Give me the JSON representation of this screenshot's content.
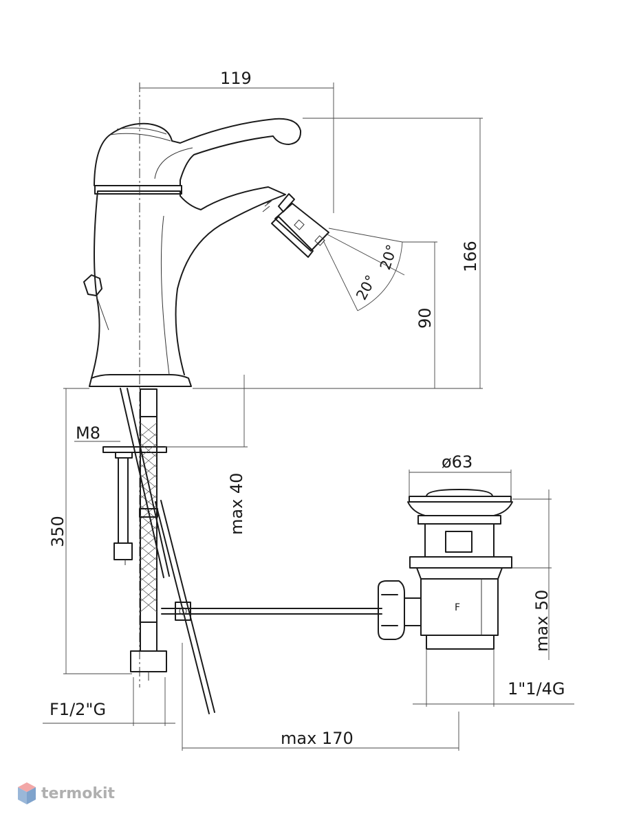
{
  "dimensions": {
    "d119": "119",
    "d166": "166",
    "d90": "90",
    "angle_upper": "20°",
    "angle_lower": "20°",
    "m8": "M8",
    "max40": "max 40",
    "d350": "350",
    "dia63": "ø63",
    "max50": "max 50",
    "g114": "1\"1/4G",
    "f12": "F1/2\"G",
    "max170": "max 170"
  },
  "brand": {
    "name": "termokit",
    "logo_icon": "hexagon-cube-icon",
    "logo_color_top": "#f2a7a7",
    "logo_color_side": "#9ab7d8"
  }
}
